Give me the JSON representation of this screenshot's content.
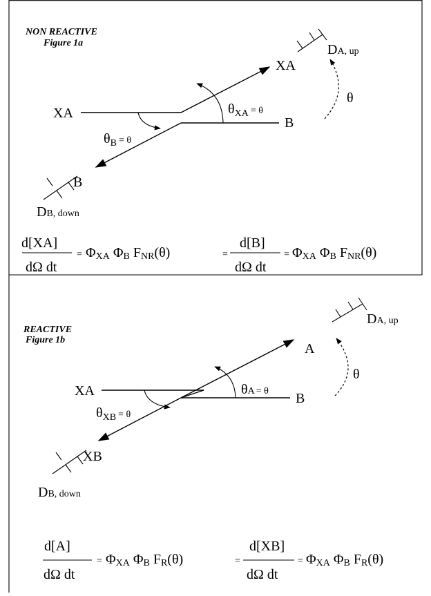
{
  "panel_a": {
    "title": "NON REACTIVE",
    "figure": "Figure 1a",
    "beam_left": "XA",
    "beam_right": "B",
    "product_up": "XA",
    "product_down": "B",
    "angle_up_main": "θ",
    "angle_up_sub": "XA",
    "angle_up_eq": "= θ",
    "angle_down_main": "θ",
    "angle_down_sub": "B",
    "angle_down_eq": "= θ",
    "detector_up_main": "D",
    "detector_up_sub": "A, up",
    "detector_down_main": "D",
    "detector_down_sub": "B, down",
    "rotation": "θ",
    "eq1_num": "d[XA]",
    "eq1_den": "dΩ dt",
    "eq1_eq": "=",
    "eq_mid_eq": "=",
    "eq2_num": "d[B]",
    "eq2_den": "dΩ dt",
    "eq2_eq": "=",
    "rhs_phi": "Φ",
    "rhs_sub1": "XA",
    "rhs_sub2": "B",
    "rhs_F": "F",
    "rhs_Fsub": "NR",
    "rhs_arg": "(θ)"
  },
  "panel_b": {
    "title": "REACTIVE",
    "figure": "Figure 1b",
    "beam_left": "XA",
    "beam_right": "B",
    "product_up": "A",
    "product_down": "XB",
    "angle_up_main": "θ",
    "angle_up_sub": "A",
    "angle_up_eq": "= θ",
    "angle_down_main": "θ",
    "angle_down_sub": "XB",
    "angle_down_eq": "= θ",
    "detector_up_main": "D",
    "detector_up_sub": "A, up",
    "detector_down_main": "D",
    "detector_down_sub": "B, down",
    "rotation": "θ",
    "eq1_num": "d[A]",
    "eq1_den": "dΩ dt",
    "eq1_eq": "=",
    "eq_mid_eq": "=",
    "eq2_num": "d[XB]",
    "eq2_den": "dΩ dt",
    "eq2_eq": "=",
    "rhs_phi": "Φ",
    "rhs_sub1": "XA",
    "rhs_sub2": "B",
    "rhs_F": "F",
    "rhs_Fsub": "R",
    "rhs_arg": "(θ)"
  }
}
